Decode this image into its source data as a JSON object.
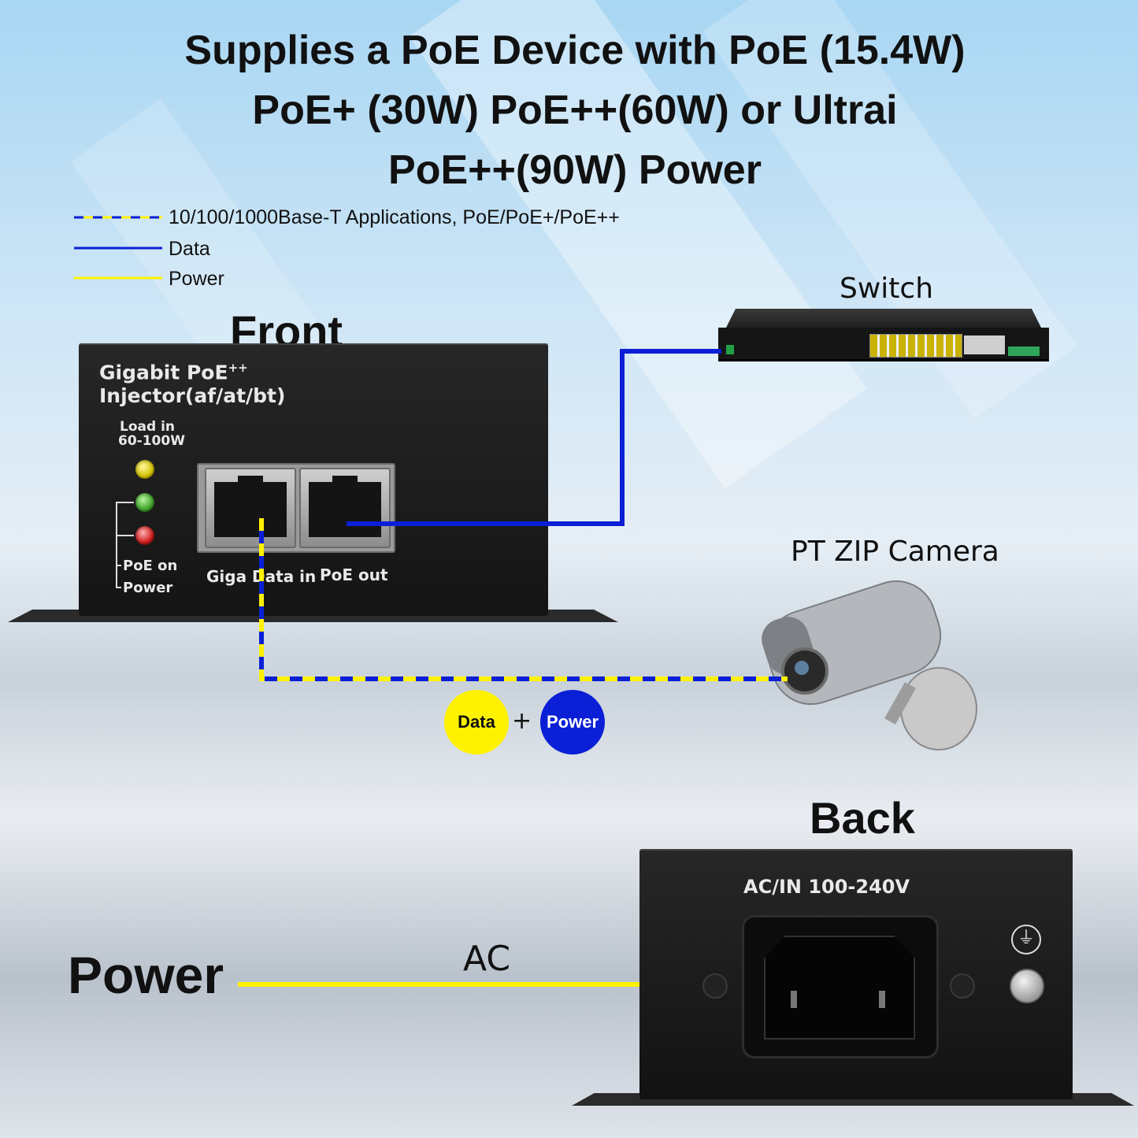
{
  "title": {
    "line1": "Supplies a PoE Device with PoE (15.4W)",
    "line2": "PoE+ (30W) PoE++(60W) or Ultrai",
    "line3": "PoE++(90W) Power"
  },
  "legend": {
    "combined": "10/100/1000Base-T Applications, PoE/PoE+/PoE++",
    "data": "Data",
    "power": "Power"
  },
  "front": {
    "heading": "Front",
    "device_name_1": "Gigabit PoE",
    "device_name_sup": "++",
    "device_name_2": "Injector(af/at/bt)",
    "load_label_1": "Load  in",
    "load_label_2": "60-100W",
    "status_label_1": "PoE on",
    "status_label_2": "Power",
    "port_in_label": "Giga Data in",
    "port_out_label": "PoE out"
  },
  "switch_label": "Switch",
  "camera_label": "PT ZIP Camera",
  "bubbles": {
    "left": "Data",
    "plus": "+",
    "right": "Power"
  },
  "back": {
    "heading": "Back",
    "ac_in_label": "AC/IN 100-240V"
  },
  "power_heading": "Power",
  "ac_label": "AC",
  "colors": {
    "data_line": "#0a1fd6",
    "power_line": "#fff200",
    "device_body": "#1b1b1b"
  }
}
